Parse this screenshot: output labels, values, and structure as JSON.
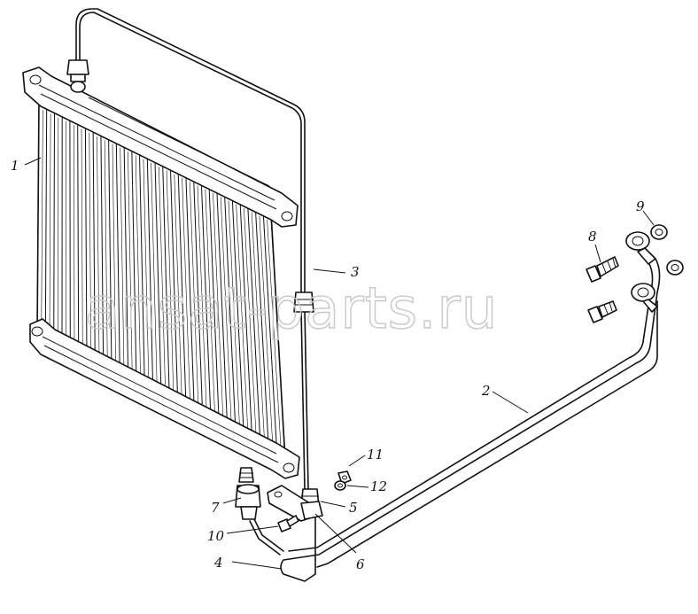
{
  "watermark": "ansat-parts.ru",
  "callouts": {
    "c1": "1",
    "c2": "2",
    "c3": "3",
    "c4": "4",
    "c5": "5",
    "c6": "6",
    "c7": "7",
    "c8": "8",
    "c9": "9",
    "c10": "10",
    "c11": "11",
    "c12": "12"
  },
  "colors": {
    "ink": "#111111",
    "watermark": "#c8c8c8",
    "background": "#ffffff"
  }
}
